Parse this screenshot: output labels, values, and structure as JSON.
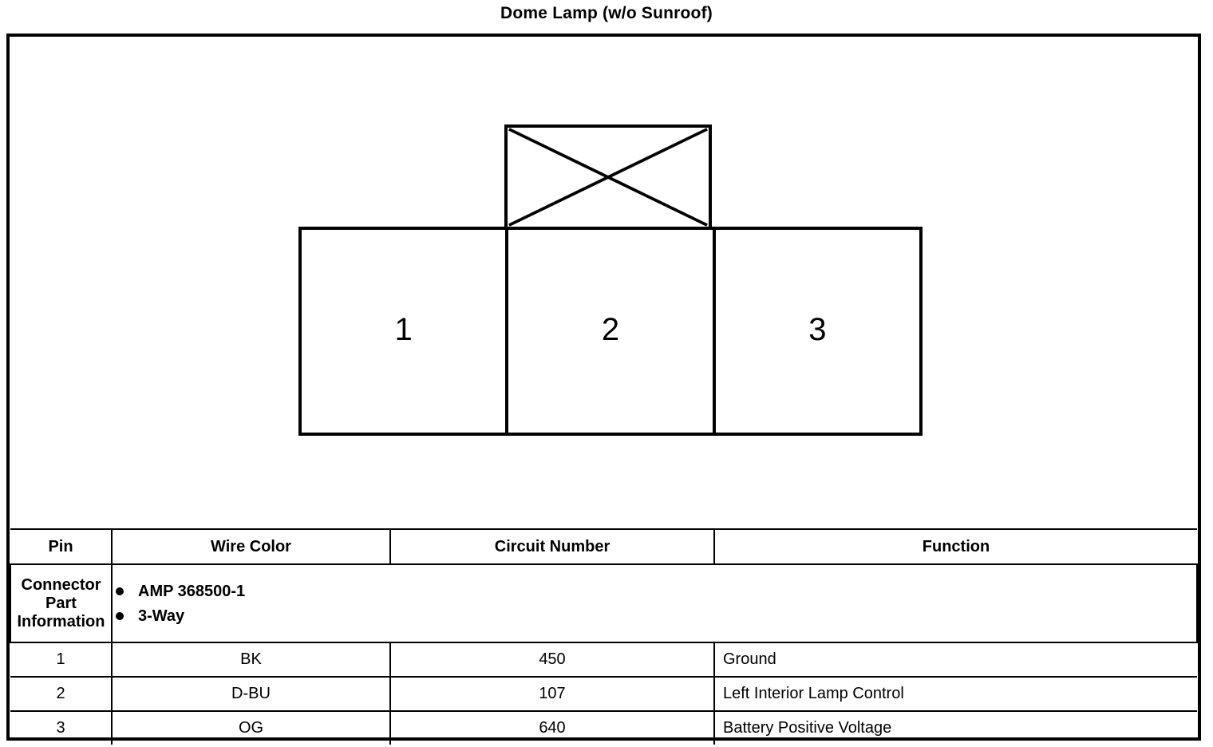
{
  "title": "Dome Lamp (w/o Sunroof)",
  "connector": {
    "key_tab": {
      "name": "keying-tab",
      "marker": "x-cross"
    },
    "cavities": [
      {
        "number": "1"
      },
      {
        "number": "2"
      },
      {
        "number": "3"
      }
    ]
  },
  "part_info": {
    "label": "Connector Part Information",
    "bullets": [
      "AMP 368500-1",
      "3-Way"
    ]
  },
  "pin_table": {
    "headers": {
      "pin": "Pin",
      "wire_color": "Wire Color",
      "circuit_number": "Circuit Number",
      "function": "Function"
    },
    "rows": [
      {
        "pin": "1",
        "wire_color": "BK",
        "circuit_number": "450",
        "function": "Ground"
      },
      {
        "pin": "2",
        "wire_color": "D-BU",
        "circuit_number": "107",
        "function": "Left Interior Lamp Control"
      },
      {
        "pin": "3",
        "wire_color": "OG",
        "circuit_number": "640",
        "function": "Battery Positive Voltage"
      }
    ]
  },
  "colors": {
    "line": "#000000",
    "background": "#ffffff"
  }
}
